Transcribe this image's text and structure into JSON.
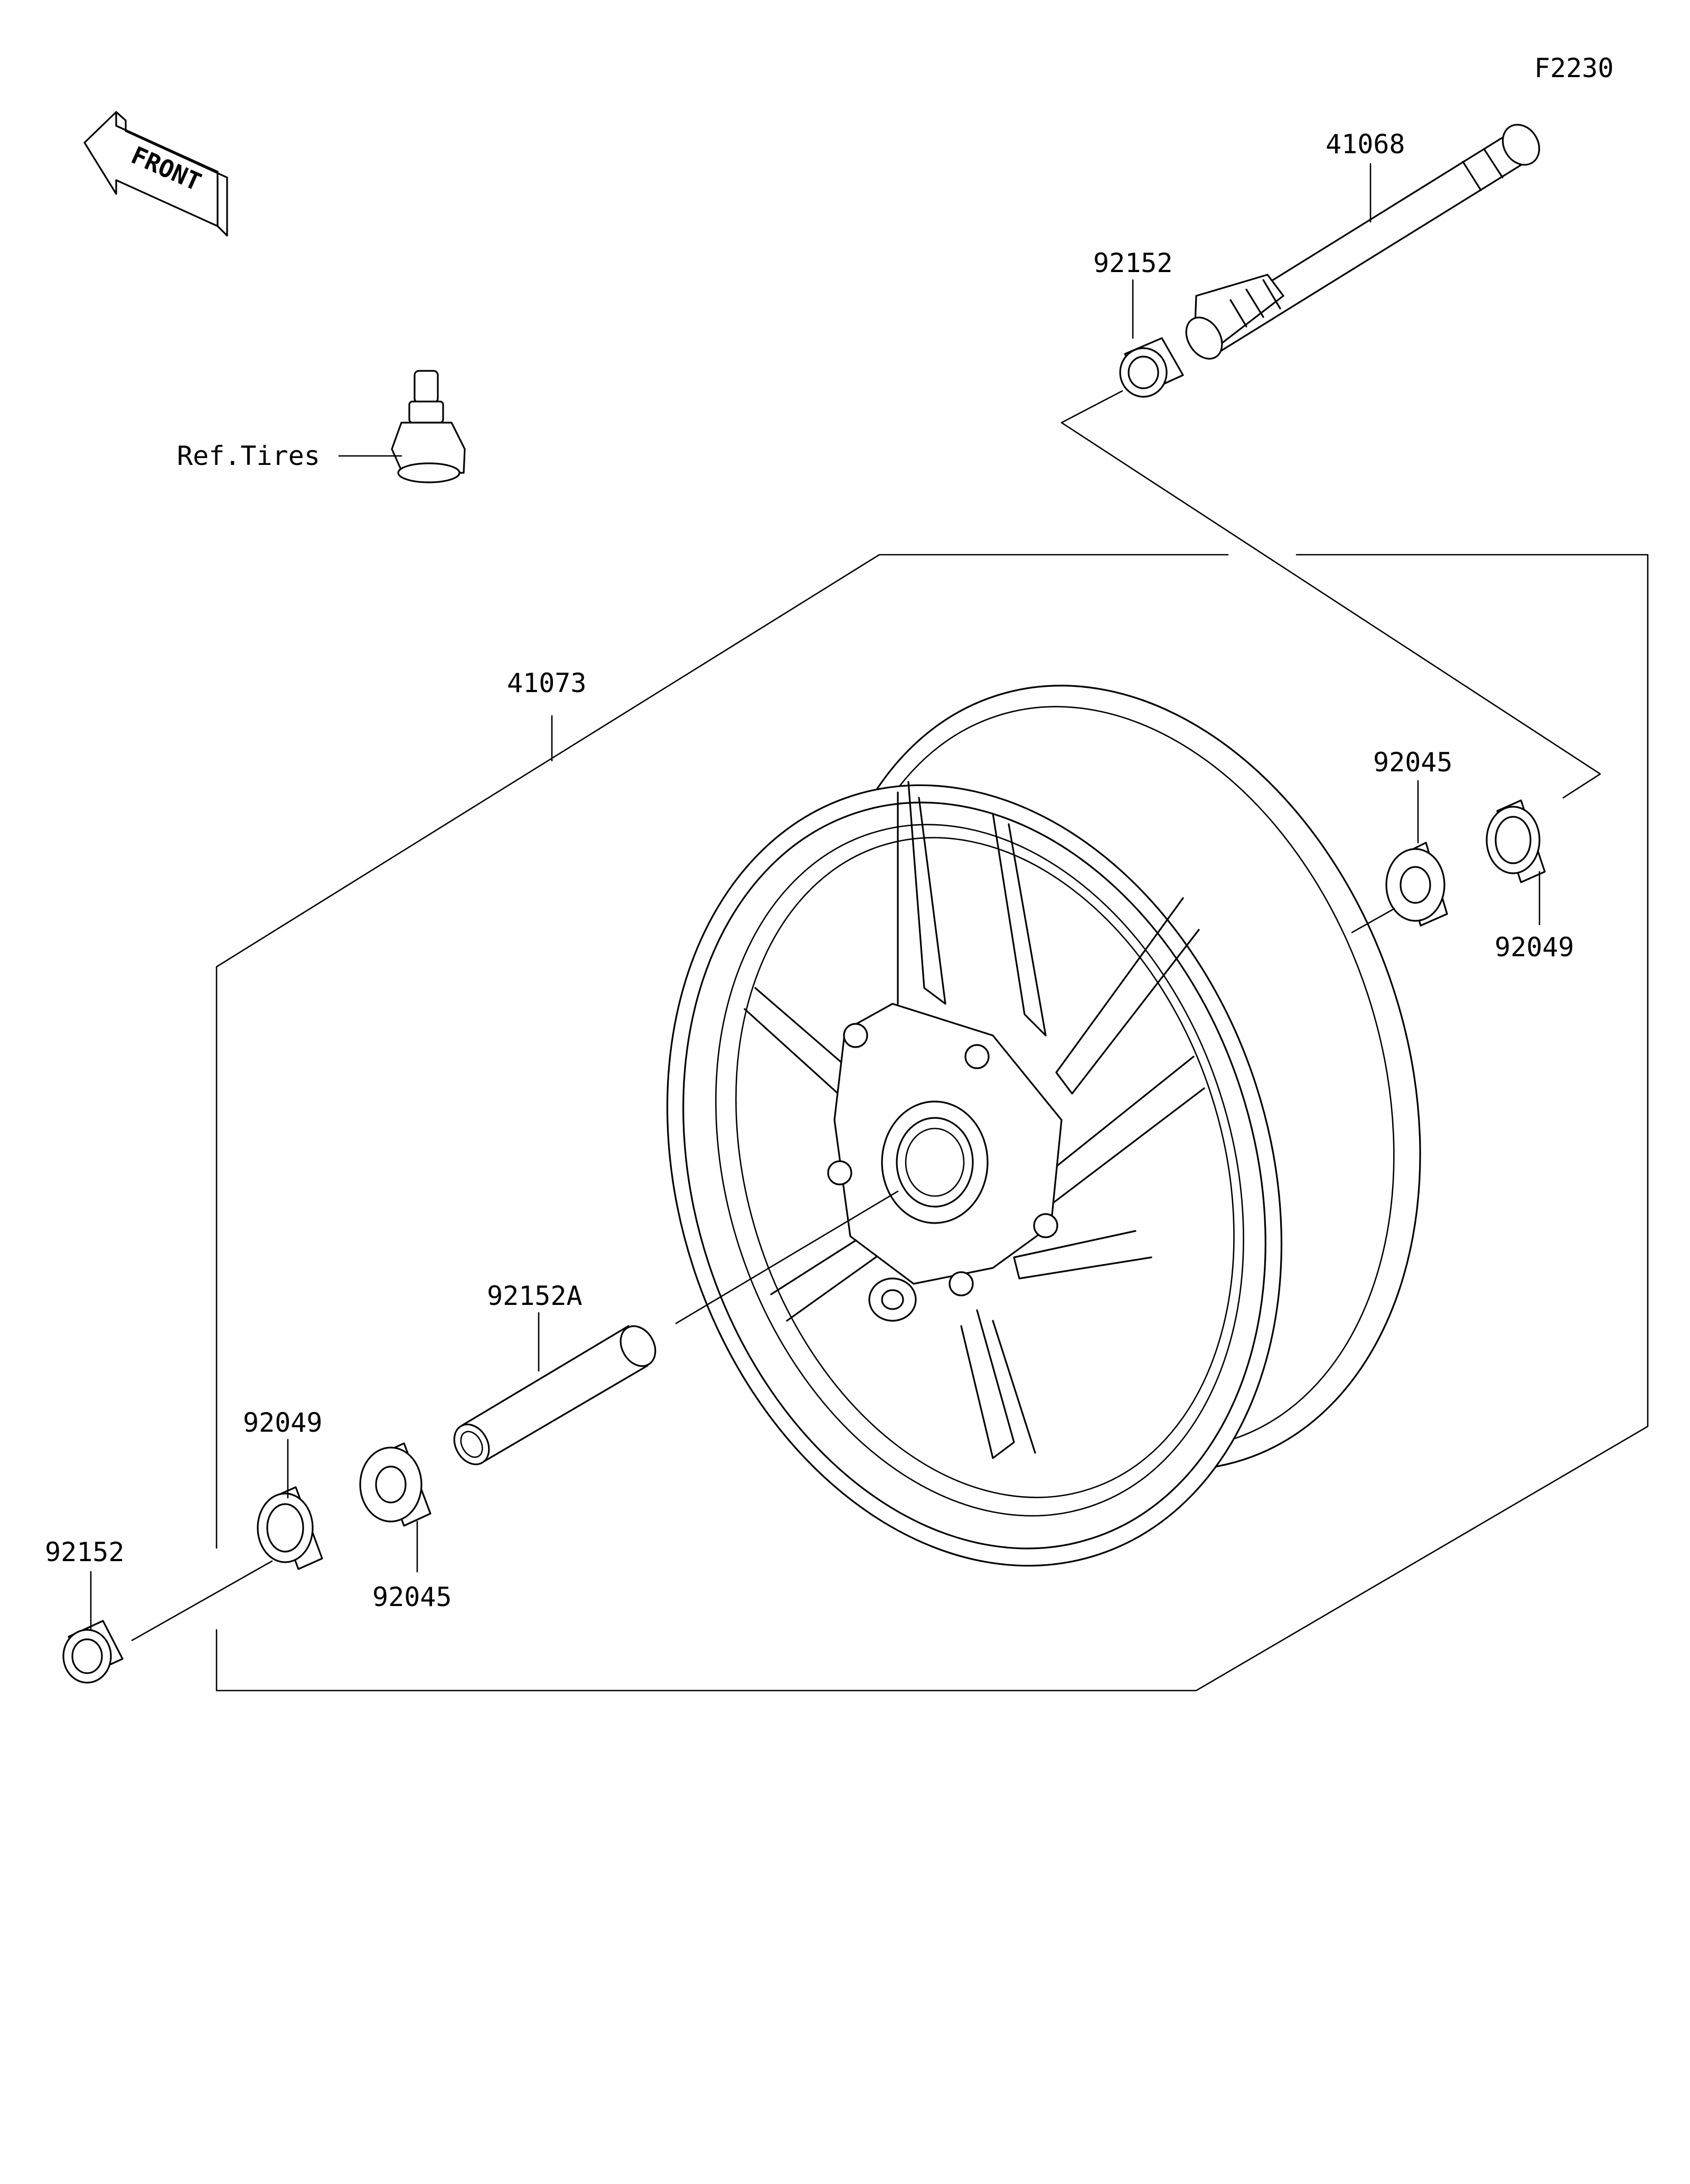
{
  "diagram": {
    "figure_code": "F2230",
    "direction_label": "FRONT",
    "parts": [
      {
        "id": "axle",
        "number": "41068"
      },
      {
        "id": "collar-top",
        "number": "92152"
      },
      {
        "id": "valve",
        "number": "Ref.Tires"
      },
      {
        "id": "wheel",
        "number": "41073"
      },
      {
        "id": "bearing-right",
        "number": "92045"
      },
      {
        "id": "seal-right",
        "number": "92049"
      },
      {
        "id": "collar-center",
        "number": "92152A"
      },
      {
        "id": "seal-left",
        "number": "92049"
      },
      {
        "id": "bearing-left",
        "number": "92045"
      },
      {
        "id": "collar-left",
        "number": "92152"
      }
    ]
  }
}
